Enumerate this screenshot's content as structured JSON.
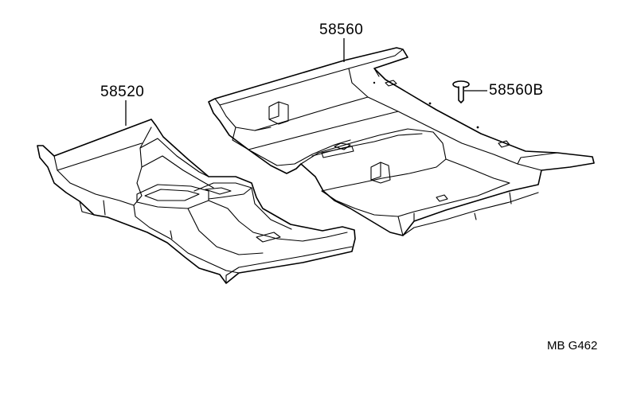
{
  "diagram": {
    "callouts": {
      "rear_floor_carpet": "58560",
      "front_floor_carpet": "58520",
      "clip": "58560B"
    },
    "figure_code": "MB G462",
    "line_color": "#000000",
    "background": "#ffffff"
  }
}
